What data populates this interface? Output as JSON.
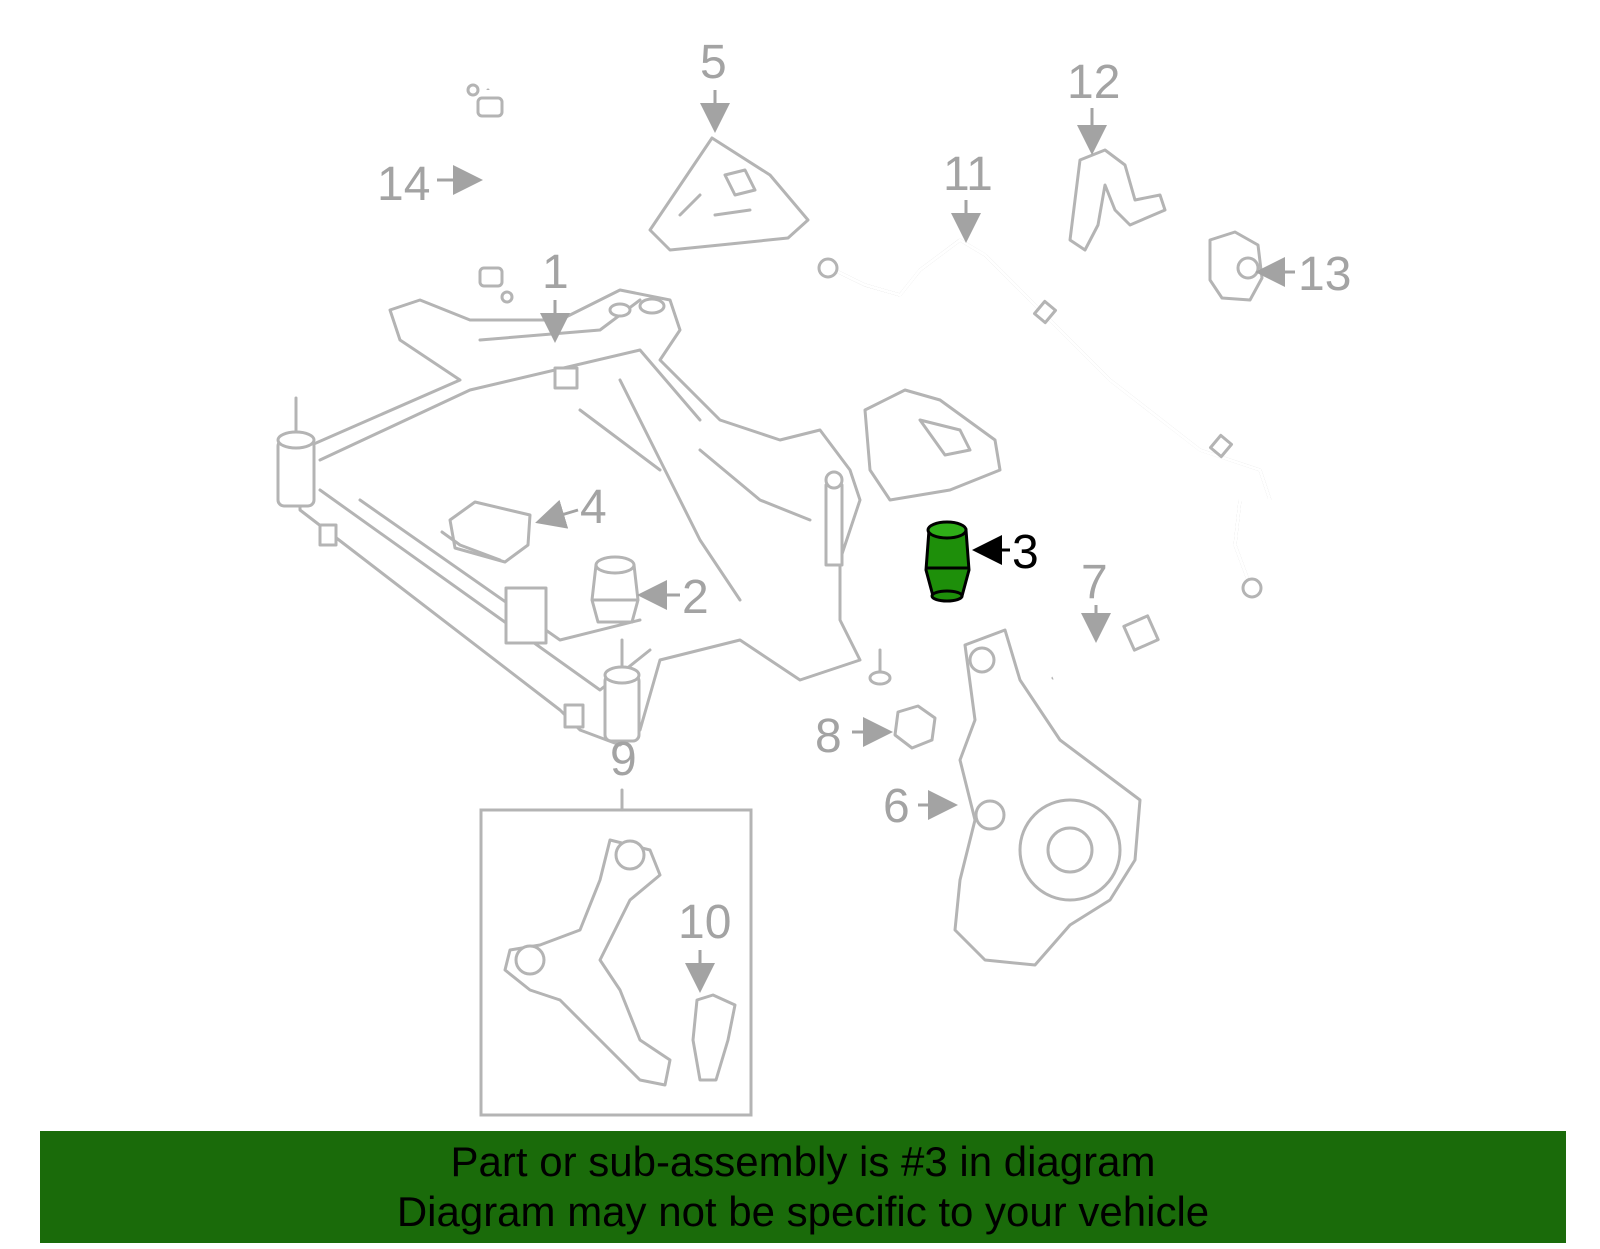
{
  "highlight": {
    "part_number": "3",
    "color": "#1e8f0a"
  },
  "callouts": [
    "1",
    "2",
    "3",
    "4",
    "5",
    "6",
    "7",
    "8",
    "9",
    "10",
    "11",
    "12",
    "13",
    "14"
  ],
  "banner": {
    "line1": "Part or sub-assembly is #3 in diagram",
    "line2": "Diagram may not be specific to your vehicle",
    "background": "#1a6b0a"
  }
}
